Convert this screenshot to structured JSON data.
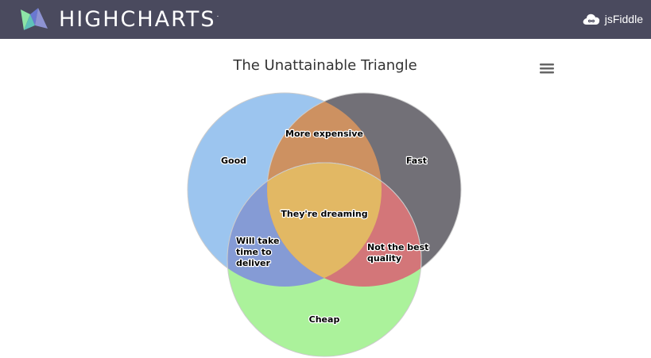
{
  "header": {
    "brand": "HIGHCHARTS",
    "brand_mark": ".",
    "jsfiddle_label": "jsFiddle"
  },
  "colors": {
    "topbar": "#4a4a5e",
    "good": "#9cc5ef",
    "fast": "#727077",
    "cheap": "#abf29b",
    "good_fast": "#cd9161",
    "good_cheap": "#859bd5",
    "fast_cheap": "#d37679",
    "all": "#e2b864"
  },
  "chart_data": {
    "type": "venn",
    "title": "The Unattainable Triangle",
    "sets": [
      {
        "sets": [
          "Good"
        ],
        "value": 2,
        "name": "Good"
      },
      {
        "sets": [
          "Fast"
        ],
        "value": 2,
        "name": "Fast"
      },
      {
        "sets": [
          "Cheap"
        ],
        "value": 2,
        "name": "Cheap"
      },
      {
        "sets": [
          "Good",
          "Fast"
        ],
        "value": 1,
        "name": "More expensive"
      },
      {
        "sets": [
          "Good",
          "Cheap"
        ],
        "value": 1,
        "name": "Will take time to deliver"
      },
      {
        "sets": [
          "Fast",
          "Cheap"
        ],
        "value": 1,
        "name": "Not the best quality"
      },
      {
        "sets": [
          "Fast",
          "Cheap",
          "Good"
        ],
        "value": 1,
        "name": "They're dreaming"
      }
    ]
  }
}
